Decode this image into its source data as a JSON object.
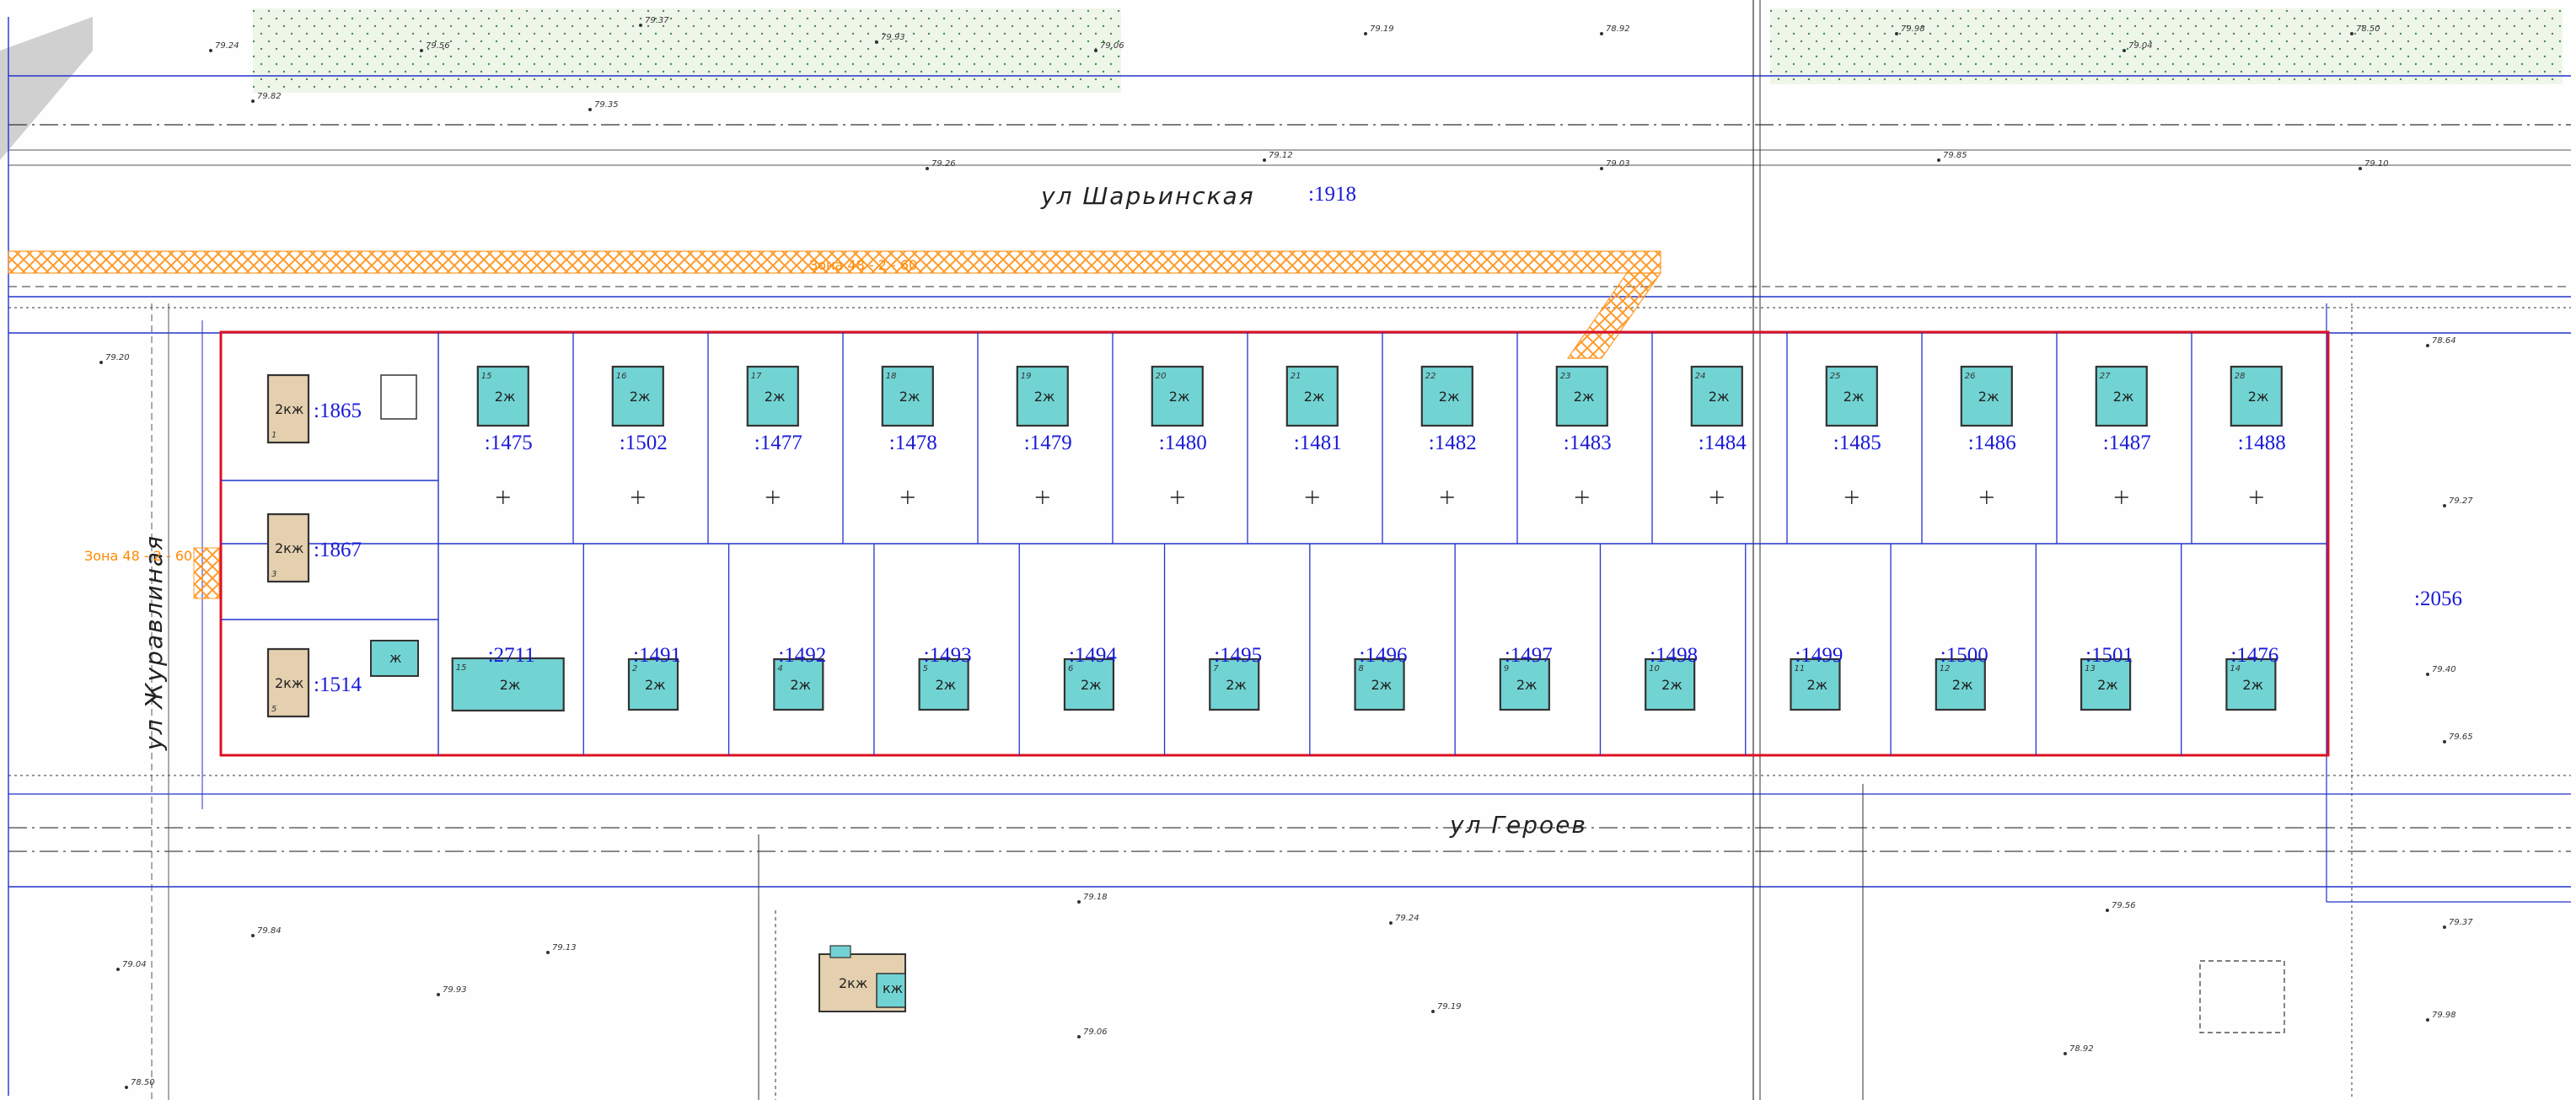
{
  "colors": {
    "parcel_line": "#2233cc",
    "red_line": "#dd1122",
    "house_fill": "#72d3d3",
    "existing_fill": "#e4cfae",
    "hatch": "#ff9a2a",
    "green_zone": "#eef6ea"
  },
  "streets": {
    "north": "ул Шарьинская",
    "south": "ул Героев",
    "west": "ул Журавлиная"
  },
  "road_labels": {
    "north_code": ":1918",
    "east_code": ":2056"
  },
  "zone_labels": {
    "north": "Зона 48 - 2 - 60",
    "west": "Зона 48 - 2 - 60"
  },
  "house_labels": {
    "new": "2ж",
    "existing": "2кж",
    "small": "ж",
    "shop": "кж"
  },
  "north_parcels": [
    {
      "code": ":1475",
      "num": "15"
    },
    {
      "code": ":1502",
      "num": "16"
    },
    {
      "code": ":1477",
      "num": "17"
    },
    {
      "code": ":1478",
      "num": "18"
    },
    {
      "code": ":1479",
      "num": "19"
    },
    {
      "code": ":1480",
      "num": "20"
    },
    {
      "code": ":1481",
      "num": "21"
    },
    {
      "code": ":1482",
      "num": "22"
    },
    {
      "code": ":1483",
      "num": "23"
    },
    {
      "code": ":1484",
      "num": "24"
    },
    {
      "code": ":1485",
      "num": "25"
    },
    {
      "code": ":1486",
      "num": "26"
    },
    {
      "code": ":1487",
      "num": "27"
    },
    {
      "code": ":1488",
      "num": "28"
    }
  ],
  "south_parcels": [
    {
      "code": ":2711",
      "num": "15"
    },
    {
      "code": ":1491",
      "num": "2"
    },
    {
      "code": ":1492",
      "num": "4"
    },
    {
      "code": ":1493",
      "num": "5"
    },
    {
      "code": ":1494",
      "num": "6"
    },
    {
      "code": ":1495",
      "num": "7"
    },
    {
      "code": ":1496",
      "num": "8"
    },
    {
      "code": ":1497",
      "num": "9"
    },
    {
      "code": ":1498",
      "num": "10"
    },
    {
      "code": ":1499",
      "num": "11"
    },
    {
      "code": ":1500",
      "num": "12"
    },
    {
      "code": ":1501",
      "num": "13"
    },
    {
      "code": ":1476",
      "num": "14"
    }
  ],
  "west_parcels": [
    {
      "code": ":1865",
      "num": "1"
    },
    {
      "code": ":1867",
      "num": "3"
    },
    {
      "code": ":1514",
      "num": "5"
    }
  ],
  "elevations": [
    "79.24",
    "79.56",
    "79.37",
    "79.93",
    "79.06",
    "79.19",
    "78.92",
    "79.98",
    "79.04",
    "78.50",
    "79.82",
    "79.35",
    "79.26",
    "79.12",
    "79.03",
    "79.85",
    "79.10",
    "79.20",
    "78.64",
    "79.27",
    "79.40",
    "79.65",
    "79.84",
    "79.13",
    "79.18"
  ]
}
